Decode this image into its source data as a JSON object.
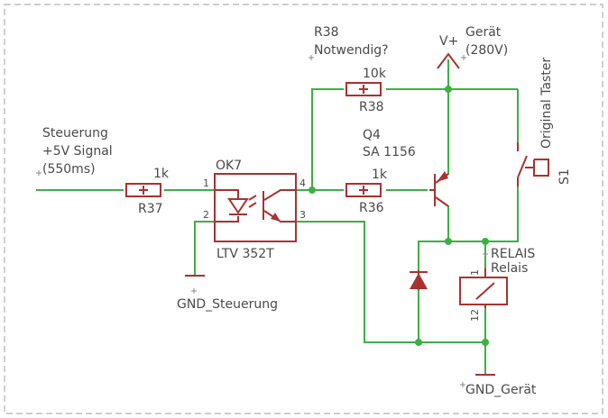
{
  "signal": {
    "line1": "Steuerung",
    "line2": "+5V Signal",
    "line3": "(550ms)"
  },
  "r37": {
    "value": "1k",
    "name": "R37"
  },
  "ok7": {
    "name": "OK7",
    "type": "LTV 352T",
    "pins": [
      "1",
      "2",
      "3",
      "4"
    ]
  },
  "gnd_steuerung": "GND_Steuerung",
  "r38": {
    "name_top": "R38",
    "note": "Notwendig?",
    "value": "10k",
    "name": "R38"
  },
  "r36": {
    "value": "1k",
    "name": "R36"
  },
  "q4": {
    "name": "Q4",
    "type": "SA 1156"
  },
  "supply": {
    "name": "V+",
    "device": "Gerät",
    "voltage": "(280V)"
  },
  "s1": {
    "label": "Original Taster",
    "name": "S1"
  },
  "relais": {
    "name": "RELAIS",
    "value": "Relais",
    "pin_top": "1",
    "pin_bottom": "12"
  },
  "gnd_geraet": "GND_Gerät",
  "colors": {
    "wire": "#3cb043",
    "part": "#a83232",
    "text": "#4a4a4a",
    "frame": "#b0b0b0"
  }
}
